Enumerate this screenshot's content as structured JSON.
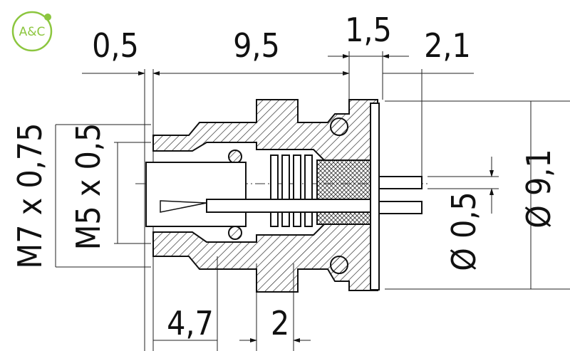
{
  "logo": {
    "text": "A&C",
    "color": "#8cc63f"
  },
  "dimensions": {
    "top_0_5": "0,5",
    "top_9_5": "9,5",
    "top_1_5": "1,5",
    "top_2_1": "2,1",
    "bottom_4_7": "4,7",
    "bottom_2": "2",
    "thread_m7": "M7 x 0,75",
    "thread_m5": "M5 x 0,5",
    "pin_dia": "Ø 0,5",
    "flange_dia": "Ø 9,1"
  }
}
